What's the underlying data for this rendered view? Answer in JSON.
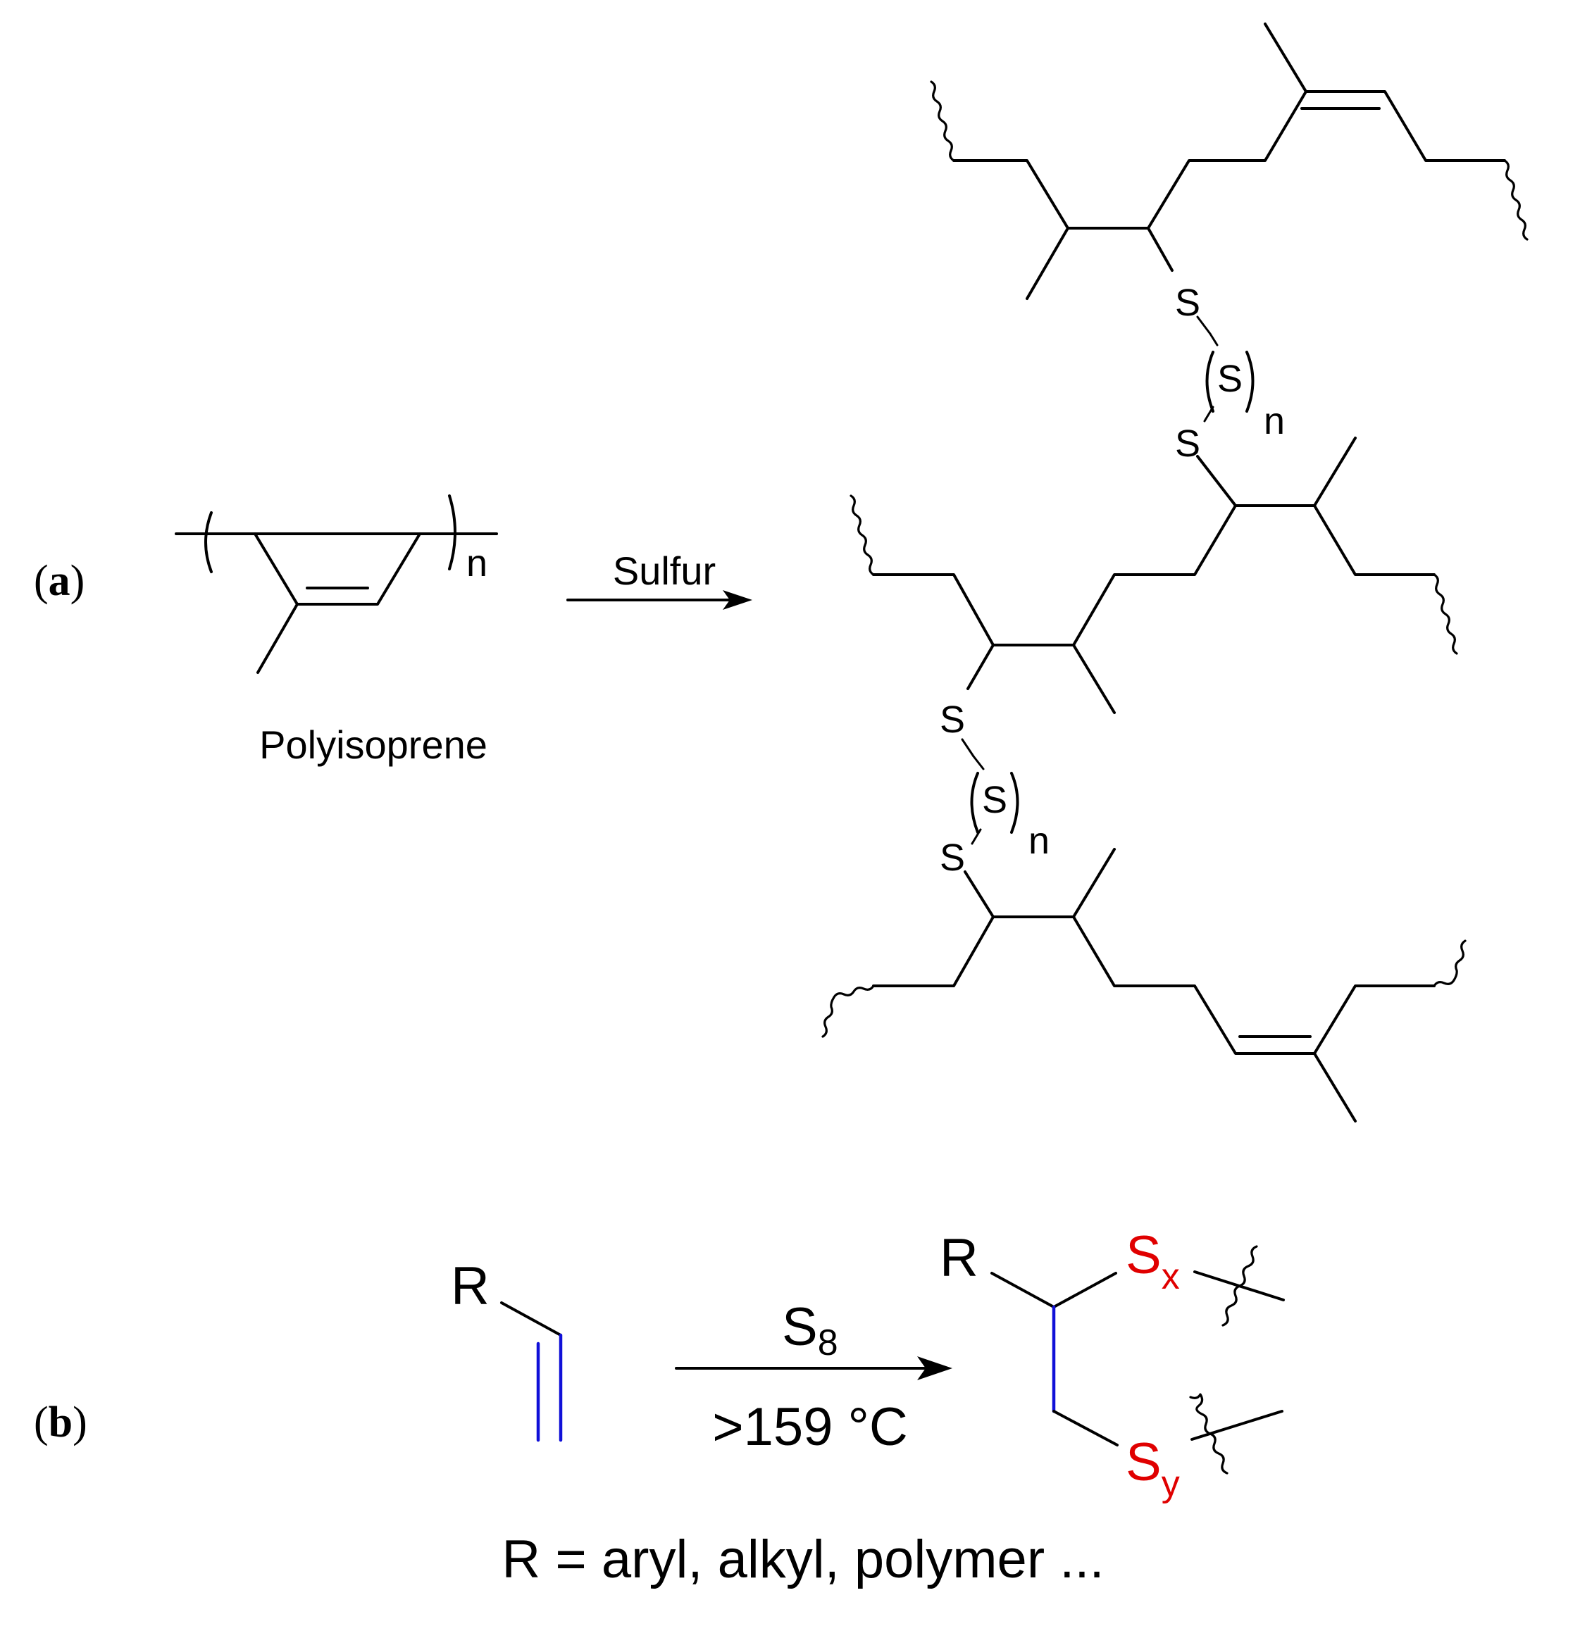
{
  "panel_a": {
    "label_open": "(",
    "label_letter": "a",
    "label_close": ")",
    "repeat_subscript": "n",
    "monomer_name": "Polyisoprene",
    "reagent": "Sulfur",
    "sulfur_atom": "S",
    "bridge_subscript": "n"
  },
  "panel_b": {
    "label_open": "(",
    "label_letter": "b",
    "label_close": ")",
    "r_group": "R",
    "reagent_symbol": "S",
    "reagent_subscript": "8",
    "condition": ">159 °C",
    "sulfur_symbol": "S",
    "sx_subscript": "x",
    "sy_subscript": "y",
    "footnote": "R = aryl, alkyl, polymer ..."
  },
  "colors": {
    "bond": "#000000",
    "highlight_bond": "#1010d8",
    "sulfur_highlight": "#e00000"
  }
}
